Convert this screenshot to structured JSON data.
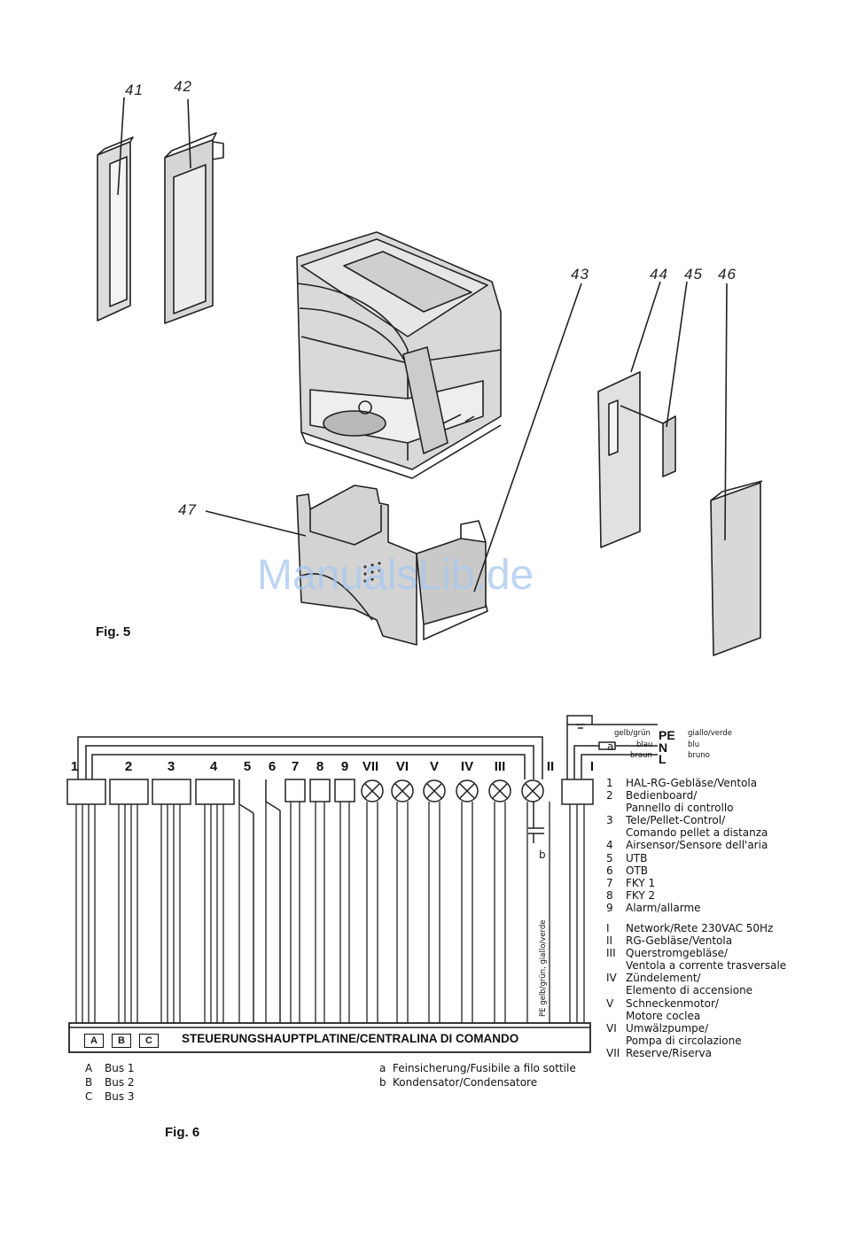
{
  "figure5": {
    "caption": "Fig. 5",
    "callouts": [
      "41",
      "42",
      "43",
      "44",
      "45",
      "46",
      "47"
    ]
  },
  "watermark": "ManualsLib.de",
  "figure6": {
    "caption": "Fig. 6",
    "terminals_top": [
      "1",
      "2",
      "3",
      "4",
      "5",
      "6",
      "7",
      "8",
      "9",
      "VII",
      "VI",
      "V",
      "IV",
      "III",
      "II",
      "I"
    ],
    "power": {
      "pe": "PE",
      "n": "N",
      "l": "L",
      "de_colors": [
        "gelb/grün",
        "blau",
        "braun"
      ],
      "it_colors": [
        "giallo/verde",
        "blu",
        "bruno"
      ],
      "fuse_marker": "a",
      "capacitor_marker": "b",
      "pe_wire_label": "PE  gelb/grün, giallo/verde"
    },
    "board_title": "STEUERUNGSHAUPTPLATINE/CENTRALINA DI COMANDO",
    "bus_boxes": [
      "A",
      "B",
      "C"
    ],
    "legend_numbers": [
      {
        "k": "1",
        "t": "HAL-RG-Gebläse/Ventola"
      },
      {
        "k": "2",
        "t": "Bedienboard/"
      },
      {
        "k": "",
        "t": "Pannello di controllo"
      },
      {
        "k": "3",
        "t": "Tele/Pellet-Control/"
      },
      {
        "k": "",
        "t": "Comando pellet a distanza"
      },
      {
        "k": "4",
        "t": "Airsensor/Sensore dell'aria"
      },
      {
        "k": "5",
        "t": "UTB"
      },
      {
        "k": "6",
        "t": "OTB"
      },
      {
        "k": "7",
        "t": "FKY 1"
      },
      {
        "k": "8",
        "t": "FKY 2"
      },
      {
        "k": "9",
        "t": "Alarm/allarme"
      }
    ],
    "legend_roman": [
      {
        "k": "I",
        "t": "Network/Rete 230VAC 50Hz"
      },
      {
        "k": "II",
        "t": "RG-Gebläse/Ventola"
      },
      {
        "k": "III",
        "t": "Querstromgebläse/"
      },
      {
        "k": "",
        "t": "Ventola a corrente trasversale"
      },
      {
        "k": "IV",
        "t": "Zündelement/"
      },
      {
        "k": "",
        "t": "Elemento di accensione"
      },
      {
        "k": "V",
        "t": "Schneckenmotor/"
      },
      {
        "k": "",
        "t": "Motore coclea"
      },
      {
        "k": "VI",
        "t": "Umwälzpumpe/"
      },
      {
        "k": "",
        "t": "Pompa di circolazione"
      },
      {
        "k": "VII",
        "t": "Reserve/Riserva"
      }
    ],
    "legend_bus": [
      {
        "k": "A",
        "t": "Bus 1"
      },
      {
        "k": "B",
        "t": "Bus 2"
      },
      {
        "k": "C",
        "t": "Bus 3"
      }
    ],
    "legend_components": [
      {
        "k": "a",
        "t": "Feinsicherung/Fusibile a filo sottile"
      },
      {
        "k": "b",
        "t": "Kondensator/Condensatore"
      }
    ]
  }
}
